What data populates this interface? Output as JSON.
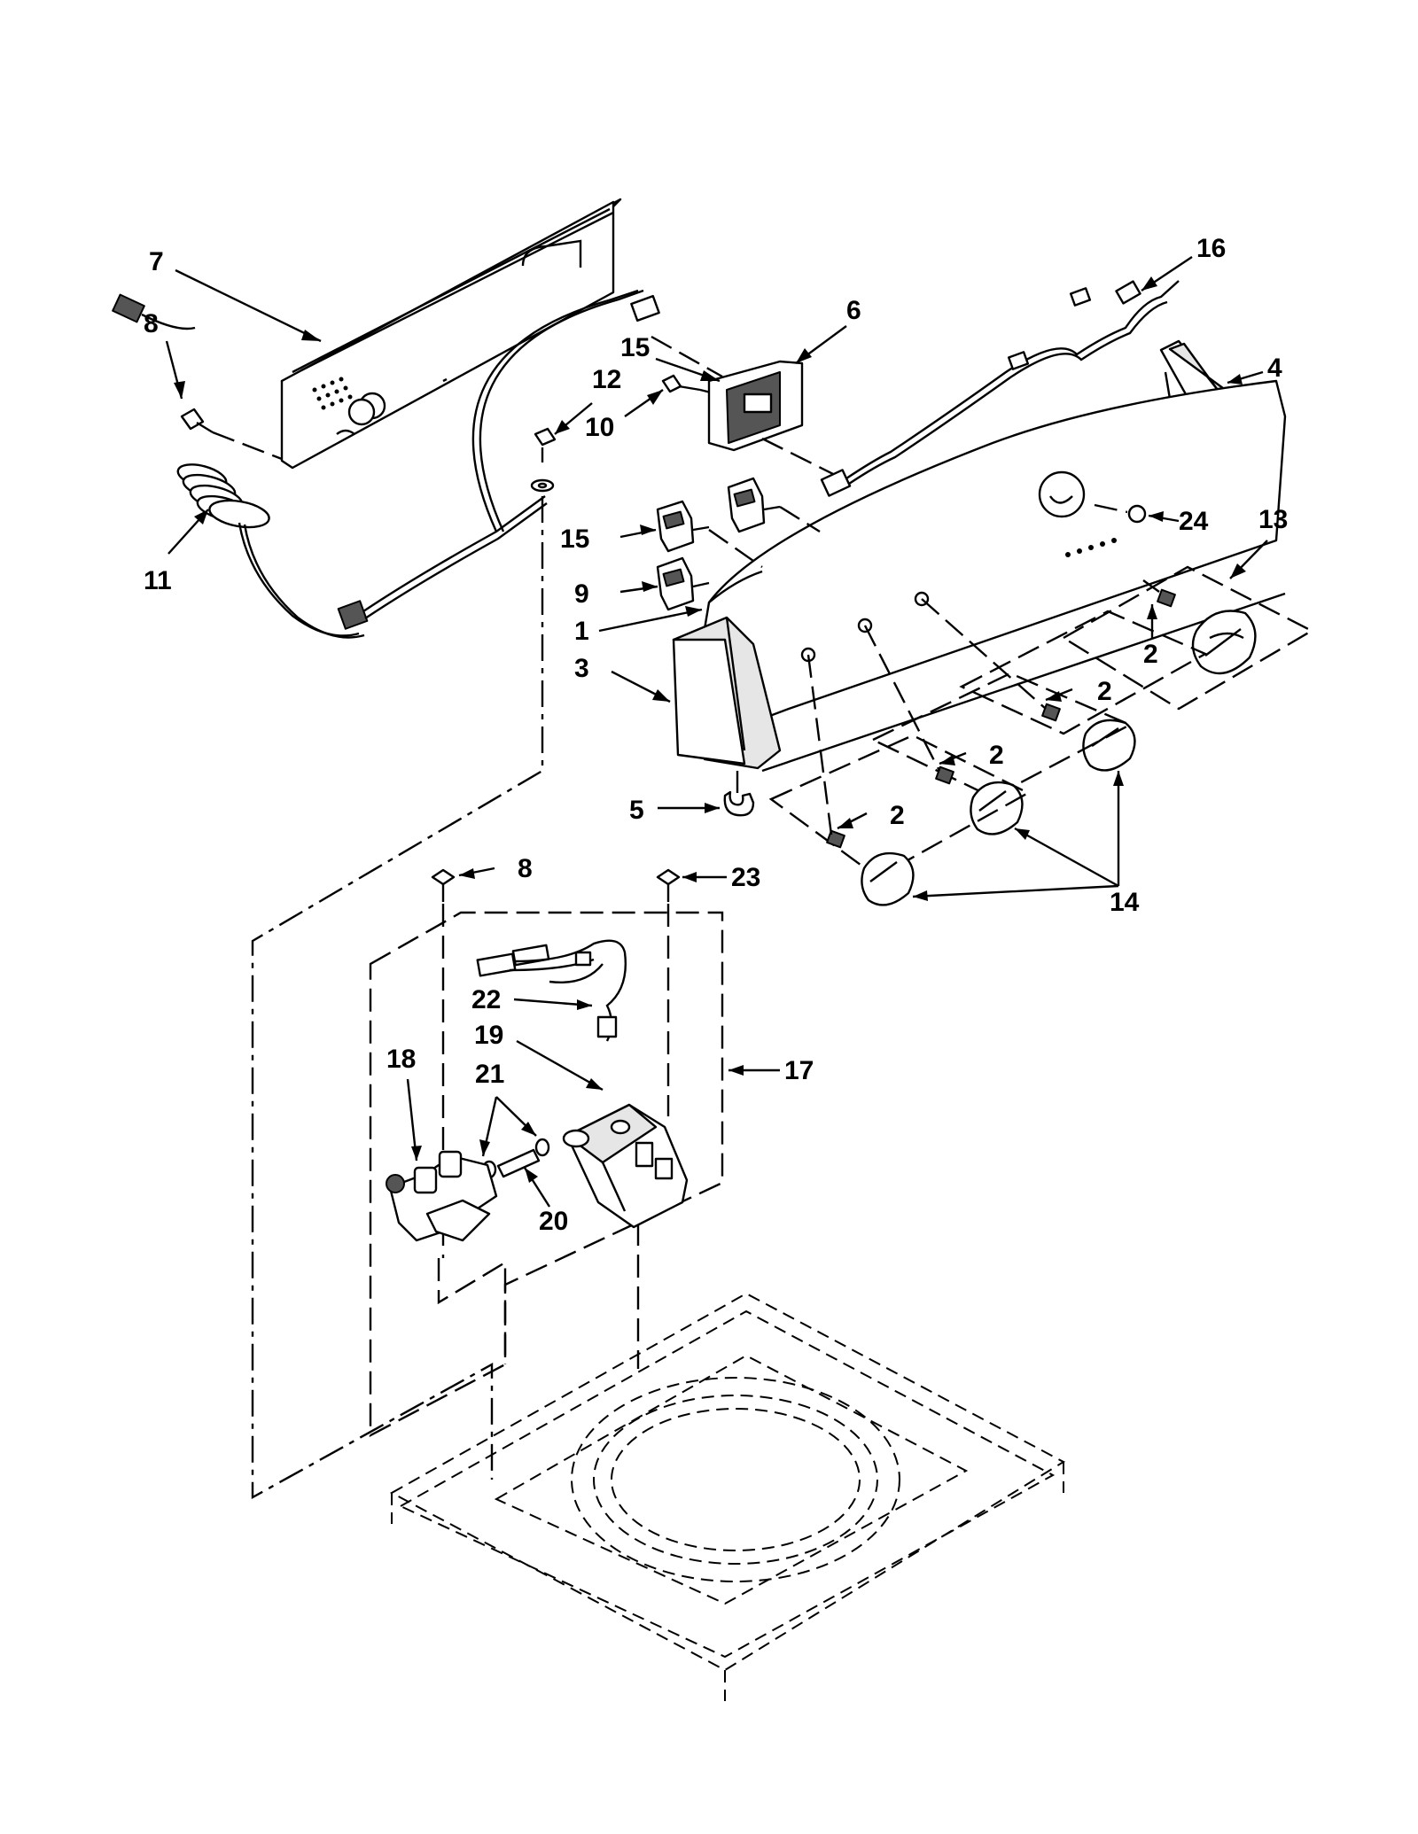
{
  "callouts": [
    {
      "id": "c7",
      "text": "7"
    },
    {
      "id": "c8a",
      "text": "8"
    },
    {
      "id": "c11",
      "text": "11"
    },
    {
      "id": "c12",
      "text": "12"
    },
    {
      "id": "c10",
      "text": "10"
    },
    {
      "id": "c6",
      "text": "6"
    },
    {
      "id": "c16",
      "text": "16"
    },
    {
      "id": "c4",
      "text": "4"
    },
    {
      "id": "c15a",
      "text": "15"
    },
    {
      "id": "c15b",
      "text": "15"
    },
    {
      "id": "c9",
      "text": "9"
    },
    {
      "id": "c1",
      "text": "1"
    },
    {
      "id": "c3",
      "text": "3"
    },
    {
      "id": "c24",
      "text": "24"
    },
    {
      "id": "c13",
      "text": "13"
    },
    {
      "id": "c2a",
      "text": "2"
    },
    {
      "id": "c2b",
      "text": "2"
    },
    {
      "id": "c2c",
      "text": "2"
    },
    {
      "id": "c2d",
      "text": "2"
    },
    {
      "id": "c5",
      "text": "5"
    },
    {
      "id": "c8b",
      "text": "8"
    },
    {
      "id": "c23",
      "text": "23"
    },
    {
      "id": "c14",
      "text": "14"
    },
    {
      "id": "c22",
      "text": "22"
    },
    {
      "id": "c19",
      "text": "19"
    },
    {
      "id": "c18",
      "text": "18"
    },
    {
      "id": "c21",
      "text": "21"
    },
    {
      "id": "c17",
      "text": "17"
    },
    {
      "id": "c20",
      "text": "20"
    }
  ]
}
